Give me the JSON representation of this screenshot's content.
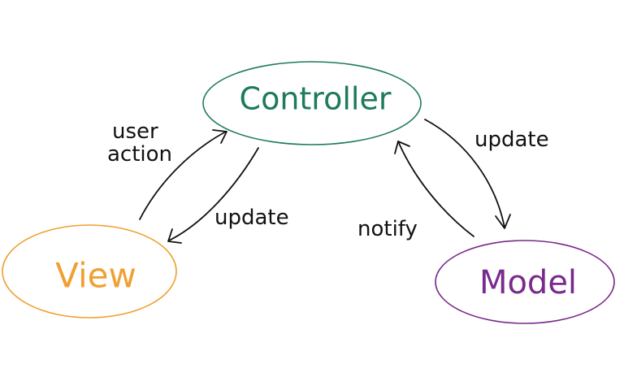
{
  "nodes": {
    "controller": {
      "label": "Controller",
      "color": "#1e7a5c"
    },
    "view": {
      "label": "View",
      "color": "#f0a030"
    },
    "model": {
      "label": "Model",
      "color": "#7a2a8c"
    }
  },
  "edges": {
    "view_to_controller": {
      "label_line1": "user",
      "label_line2": "action"
    },
    "controller_to_view": {
      "label": "update"
    },
    "controller_to_model": {
      "label": "update"
    },
    "model_to_controller": {
      "label": "notify"
    }
  }
}
